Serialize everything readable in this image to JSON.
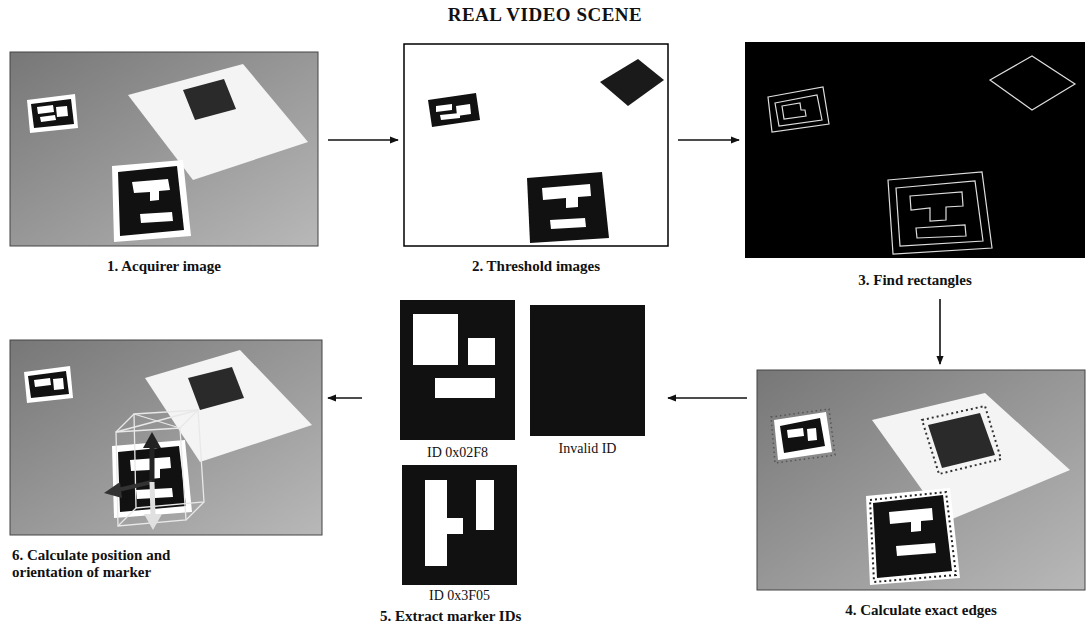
{
  "diagram": {
    "title": "REAL VIDEO SCENE",
    "nodes": [
      {
        "text": [
          "1. Acquirer image"
        ]
      },
      {
        "text": [
          "2. Threshold images"
        ]
      },
      {
        "text": [
          "3. Find rectangles"
        ]
      },
      {
        "text": [
          "4. Calculate exact edges"
        ]
      },
      {
        "text": [
          "5. Extract marker IDs"
        ]
      },
      {
        "text": [
          "ID 0x02F8"
        ],
        "in": 4
      },
      {
        "text": [
          "Invalid ID"
        ],
        "in": 4
      },
      {
        "text": [
          "ID 0x3F05"
        ],
        "in": 4
      },
      {
        "text": [
          "6. Calculate position and orientation of marker"
        ]
      }
    ],
    "edges": [
      {
        "from": 0,
        "to": 1,
        "arrow": "to"
      },
      {
        "from": 1,
        "to": 2,
        "arrow": "to"
      },
      {
        "from": 2,
        "to": 3,
        "arrow": "to"
      },
      {
        "from": 3,
        "to": 4,
        "arrow": "to"
      },
      {
        "from": 4,
        "to": 8,
        "arrow": "to"
      }
    ]
  }
}
